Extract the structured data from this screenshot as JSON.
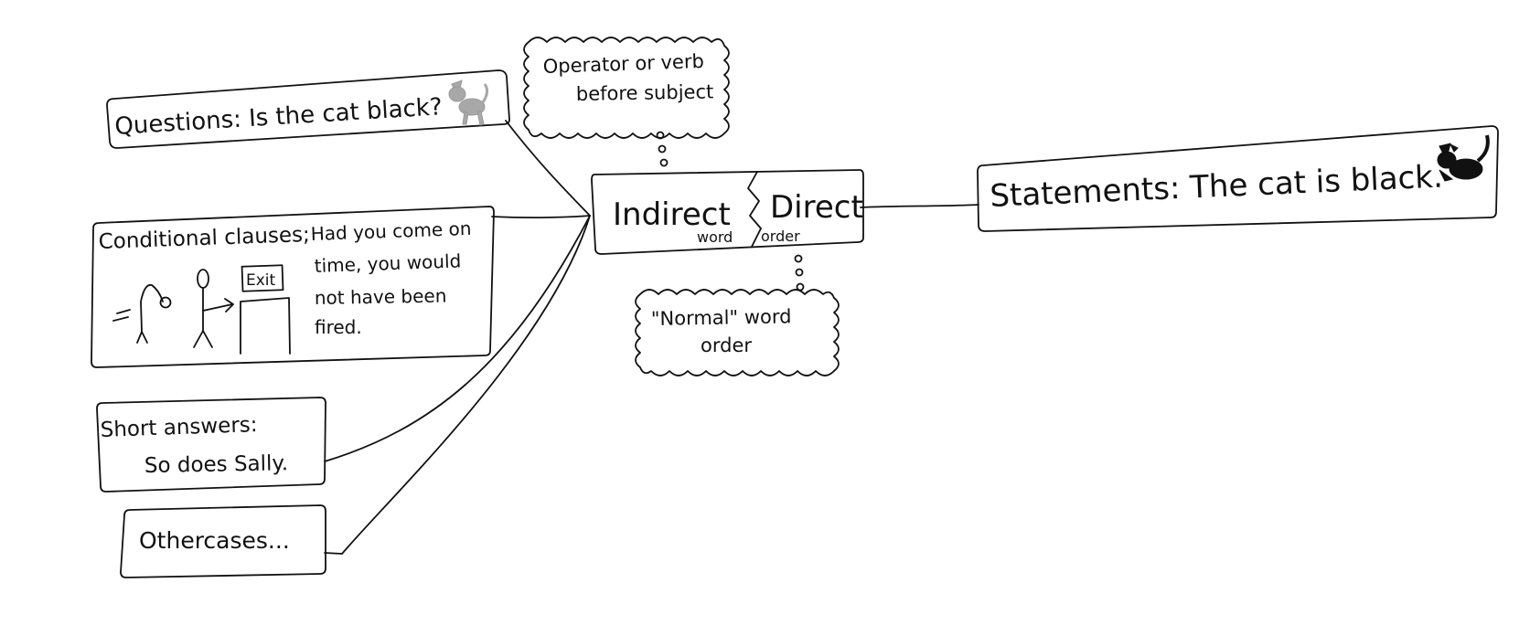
{
  "center": {
    "indirect": "Indirect",
    "direct": "Direct",
    "word": "word",
    "order": "order"
  },
  "cloud_top": {
    "line1": "Operator or verb",
    "line2": "before subject"
  },
  "cloud_bottom": {
    "line1": "\"Normal\" word",
    "line2": "order"
  },
  "questions": {
    "text": "Questions: Is the cat black?",
    "icon": "grey-cat-icon"
  },
  "conditional": {
    "label": "Conditional clauses;",
    "lines": [
      "Had you come on",
      "time, you would",
      "not have been",
      "fired."
    ],
    "sign": "Exit"
  },
  "short_answers": {
    "line1": "Short answers:",
    "line2": "So does Sally."
  },
  "other_cases": {
    "text": "Othercases..."
  },
  "statements": {
    "text": "Statements: The cat is black.",
    "icon": "black-cat-icon"
  },
  "colors": {
    "ink": "#111111",
    "grey_cat": "#a8a8a8",
    "black_cat": "#111111",
    "background": "#ffffff"
  }
}
